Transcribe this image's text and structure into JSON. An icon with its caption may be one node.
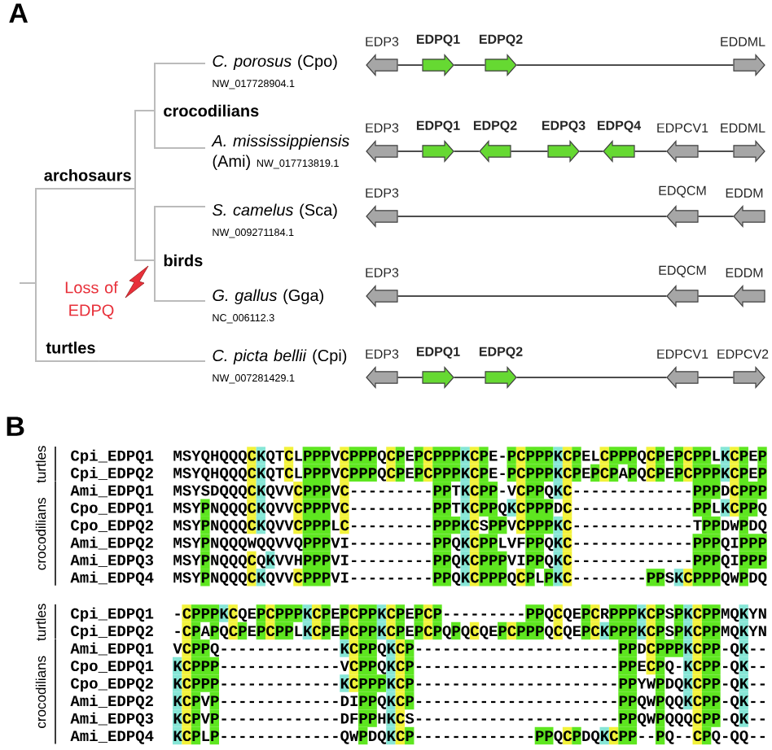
{
  "diagram": {
    "nodes": [
      {
        "text": [
          "*C. porosus* (Cpo)",
          "NW_017728904.1"
        ]
      },
      {
        "text": [
          "EDP3"
        ]
      },
      {
        "text": [
          "EDPQ1"
        ]
      },
      {
        "text": [
          "EDPQ2"
        ]
      },
      {
        "text": [
          "EDDML"
        ]
      },
      {
        "text": [
          "crocodilians"
        ]
      },
      {
        "text": [
          "A. mississippiensis",
          "(Ami)",
          "NW_017713819.1"
        ]
      },
      {
        "text": [
          "EDP3"
        ]
      },
      {
        "text": [
          "EDPQ1"
        ]
      },
      {
        "text": [
          "EDPQ2"
        ]
      },
      {
        "text": [
          "EDPQ3"
        ]
      },
      {
        "text": [
          "EDPQ4"
        ]
      },
      {
        "text": [
          "EDPCV1"
        ]
      },
      {
        "text": [
          "EDDML"
        ]
      },
      {
        "text": [
          "archosaurs"
        ]
      },
      {
        "text": [
          "*S. camelus* (Sca)",
          "NW_009271184.1"
        ]
      },
      {
        "text": [
          "EDP3"
        ]
      },
      {
        "text": [
          "EDQCM"
        ]
      },
      {
        "text": [
          "EDDM"
        ]
      },
      {
        "text": [
          "birds"
        ]
      },
      {
        "text": [
          "*G. gallus* (Gga)",
          "NC_006112.3"
        ]
      },
      {
        "text": [
          "EDP3"
        ]
      },
      {
        "text": [
          "EDQCM"
        ]
      },
      {
        "text": [
          "EDDM"
        ]
      },
      {
        "text": [
          "turtles"
        ]
      },
      {
        "text": [
          "*C. picta bellii* (Cpi)",
          "NW_007281429.1"
        ]
      },
      {
        "text": [
          "EDP3"
        ]
      },
      {
        "text": [
          "EDPQ1"
        ]
      },
      {
        "text": [
          "EDPQ2"
        ]
      },
      {
        "text": [
          "EDPCV1"
        ]
      },
      {
        "text": [
          "EDPCV2"
        ]
      }
    ],
    "edges": [
      {
        "from": null,
        "to": 14,
        "arrow": "none",
        "color": "#bbbbbb"
      },
      {
        "from": null,
        "to": 24,
        "arrow": "none",
        "color": "#bbbbbb"
      },
      {
        "from": 14,
        "to": 5,
        "arrow": "none",
        "color": "#bbbbbb"
      },
      {
        "from": 14,
        "to": 19,
        "arrow": "none",
        "color": "#bbbbbb"
      },
      {
        "from": 5,
        "to": 0,
        "arrow": "none",
        "color": "#bbbbbb"
      },
      {
        "from": 5,
        "to": 6,
        "arrow": "none",
        "color": "#bbbbbb"
      },
      {
        "from": 19,
        "to": 15,
        "arrow": "none",
        "color": "#bbbbbb"
      },
      {
        "from": 19,
        "to": 20,
        "arrow": "none",
        "color": "#bbbbbb"
      },
      {
        "from": 24,
        "to": 25,
        "arrow": "none",
        "color": "#bbbbbb"
      },
      {
        "from": 1,
        "to": 2,
        "arrow": "none"
      },
      {
        "from": 2,
        "to": 3,
        "arrow": "none"
      },
      {
        "from": 3,
        "to": 4,
        "arrow": "none"
      },
      {
        "from": 7,
        "to": 8,
        "arrow": "none"
      },
      {
        "from": 8,
        "to": 9,
        "arrow": "none"
      },
      {
        "from": 9,
        "to": 10,
        "arrow": "none"
      },
      {
        "from": 10,
        "to": 11,
        "arrow": "none"
      },
      {
        "from": 11,
        "to": 12,
        "arrow": "none"
      },
      {
        "from": 12,
        "to": 13,
        "arrow": "none"
      },
      {
        "from": 16,
        "to": 17,
        "arrow": "none"
      },
      {
        "from": 17,
        "to": 18,
        "arrow": "none"
      },
      {
        "from": 21,
        "to": 22,
        "arrow": "none"
      },
      {
        "from": 22,
        "to": 23,
        "arrow": "none"
      },
      {
        "from": 26,
        "to": 27,
        "arrow": "none"
      },
      {
        "from": 27,
        "to": 28,
        "arrow": "none"
      },
      {
        "from": 28,
        "to": 29,
        "arrow": "none"
      },
      {
        "from": 29,
        "to": 30,
        "arrow": "none"
      }
    ],
    "labels": [
      "A",
      "Loss of EDPQ",
      "B",
      "turtles",
      "Cpi_EDPQ1",
      "MSYQHQQQCKQTCLPPPVCPPPQCPEPCPPPKCPE-PCPPPKCPELCPPPQCPEPCPPLKCPEP",
      "Cpi_EDPQ2",
      "MSYQHQQQCKQTCLPPPVCPPPQCPEPCPPPKCPE-PCPPPKCPEPCPAPQCPEPCPPPKCPEP",
      "crocodilians",
      "Ami_EDPQ1",
      "MSYSDQQQCKQVVCPPPVC---------PPTKCPP-VCPPQKC-------------PPPDCPPP",
      "Cpo_EDPQ1",
      "MSYPNQQQCKQVVCPPPVC---------PPTKCPPQKCPPPDC-------------PPLKCPPQ",
      "Cpo_EDPQ2",
      "MSYPNQQQCKQVVCPPPLC---------PPPKCSPPVCPPPKC-------------TPPDWPDQ",
      "Ami_EDPQ2",
      "MSYPNQQQWQQVVQPPPVI---------PPQKCPPLVFPPQKC-------------PPPQIPPP",
      "Ami_EDPQ3",
      "MSYPNQQQCQKVVHPPPVI---------PPQKCPPPVIPPQKC-------------PPPQIPPP",
      "Ami_EDPQ4",
      "MSYPNQQQCKQVVCPPPVI---------PPQKCPPPQCPLPKC--------PPSKCPPPQWPDQ",
      "turtles",
      "Cpi_EDPQ1",
      "-CPPPKCQEPCPPPKCPEPCPPKCPEPCP---------PPQCQEPCRPPPKCPSPKCPPMQKYN",
      "Cpi_EDPQ2",
      "-CPAPQCPEPCPPLKCPEPCPPKCPEPCPQPQCQEPCPPPQCQEPCKPPPKCPSPKCPPMQKYN",
      "crocodilians",
      "Ami_EDPQ1",
      "VCPPQ-------------KCPPQKCP----------------------PPDCPPPKCPP-QK--",
      "Cpo_EDPQ1",
      "KCPPP-------------VCPPQKCP----------------------PPECPQ-KCPP-QK--",
      "Cpo_EDPQ2",
      "KCPPP-------------KCPPPKCP----------------------PPYWPDQKCPP-QK--",
      "Ami_EDPQ2",
      "KCPVP-------------DIPPQKCP----------------------PPQWPQQKCPP-QK--",
      "Ami_EDPQ3",
      "KCPVP-------------DFPPHKCS----------------------PPQWPQQQCPP-QK--",
      "Ami_EDPQ4",
      "KCPLP-------------QWPDQKCP-------------PPQCPDQKCPP--PQ--CPQ-QQ--"
    ]
  }
}
